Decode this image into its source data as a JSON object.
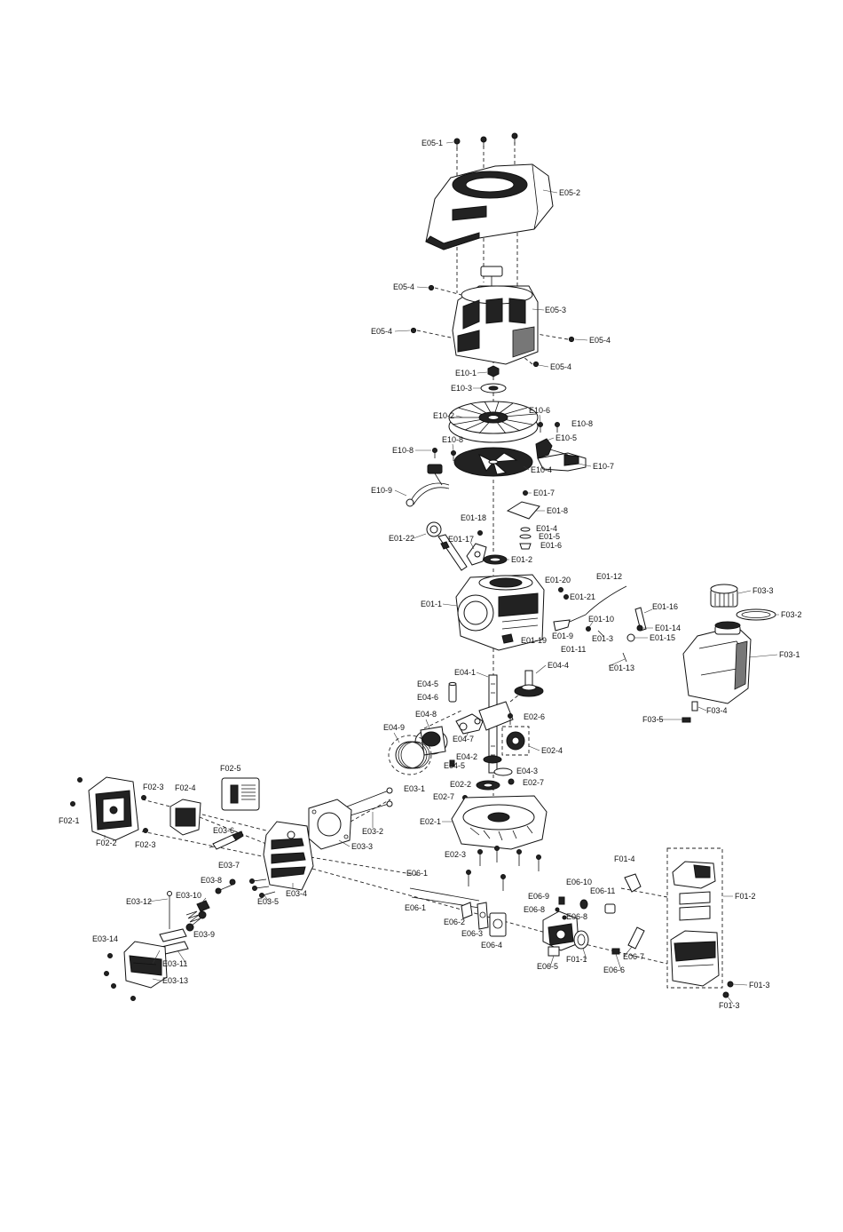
{
  "colors": {
    "line": "#111111",
    "fill_dark": "#222222",
    "background": "#ffffff"
  },
  "callouts": [
    "E05-1",
    "E05-2",
    "E05-4",
    "E05-3",
    "E05-4",
    "E05-4",
    "E05-4",
    "E10-1",
    "E10-3",
    "E10-6",
    "E10-8",
    "E10-2",
    "E10-5",
    "E10-8",
    "E10-8",
    "E10-7",
    "E10-4",
    "E10-9",
    "E01-7",
    "E01-8",
    "E01-18",
    "E01-4",
    "E01-5",
    "E01-22",
    "E01-17",
    "E01-6",
    "E01-2",
    "E01-12",
    "E01-20",
    "F03-3",
    "E01-21",
    "E01-1",
    "E01-16",
    "F03-2",
    "E01-10",
    "E01-14",
    "E01-9",
    "E01-3",
    "E01-15",
    "F03-1",
    "E01-19",
    "E01-11",
    "E01-13",
    "E04-1",
    "E04-4",
    "E04-5",
    "E04-6",
    "F03-4",
    "E04-8",
    "F03-5",
    "E02-6",
    "E04-9",
    "E04-7",
    "E02-4",
    "E04-2",
    "E04-5",
    "E04-3",
    "F02-5",
    "E02-2",
    "E02-7",
    "F02-3",
    "F02-4",
    "E03-1",
    "E02-7",
    "F02-1",
    "E02-1",
    "E03-2",
    "E03-6",
    "F02-2",
    "F02-3",
    "E03-3",
    "E02-3",
    "F01-4",
    "E03-7",
    "E06-1",
    "E06-10",
    "E03-8",
    "E06-11",
    "E03-4",
    "F01-2",
    "E03-10",
    "E03-12",
    "E03-5",
    "E06-9",
    "E06-1",
    "E06-8",
    "E06-8",
    "E06-2",
    "E03-9",
    "E06-3",
    "E03-14",
    "E06-4",
    "F01-1",
    "E06-7",
    "E03-11",
    "E06-5",
    "E06-6",
    "E03-13",
    "F01-3",
    "F01-3"
  ]
}
